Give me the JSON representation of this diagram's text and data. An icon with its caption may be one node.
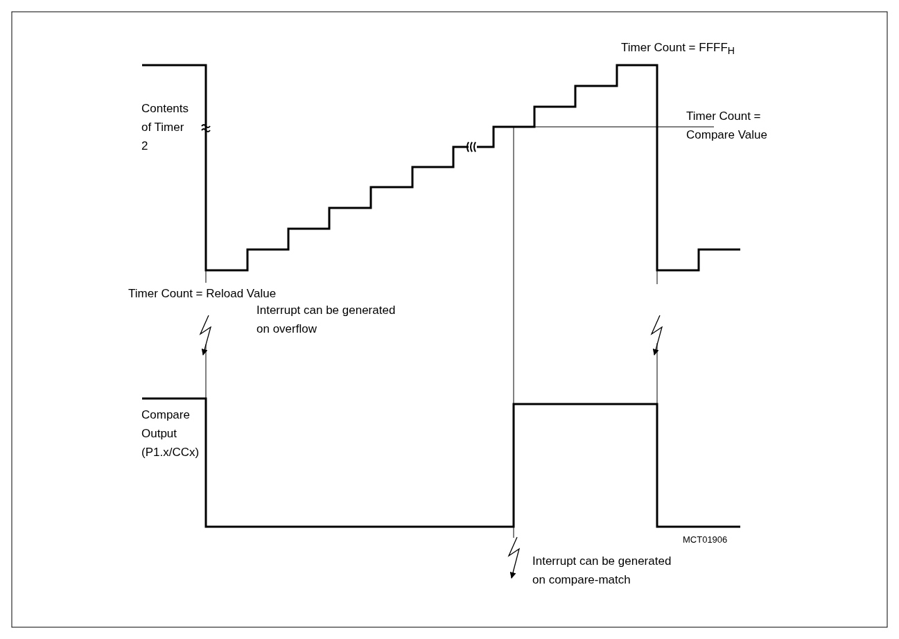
{
  "diagram": {
    "labels": [
      "Timer Count = FFFF$_{H}$",
      "Contents of Timer 2",
      "Timer Count = Compare Value",
      "Timer Count = Reload Value",
      "Interrupt can be generated on overflow",
      "Compare Output (P1.x/CCx)",
      "MCT01906",
      "Interrupt can be generated on compare-match"
    ]
  }
}
